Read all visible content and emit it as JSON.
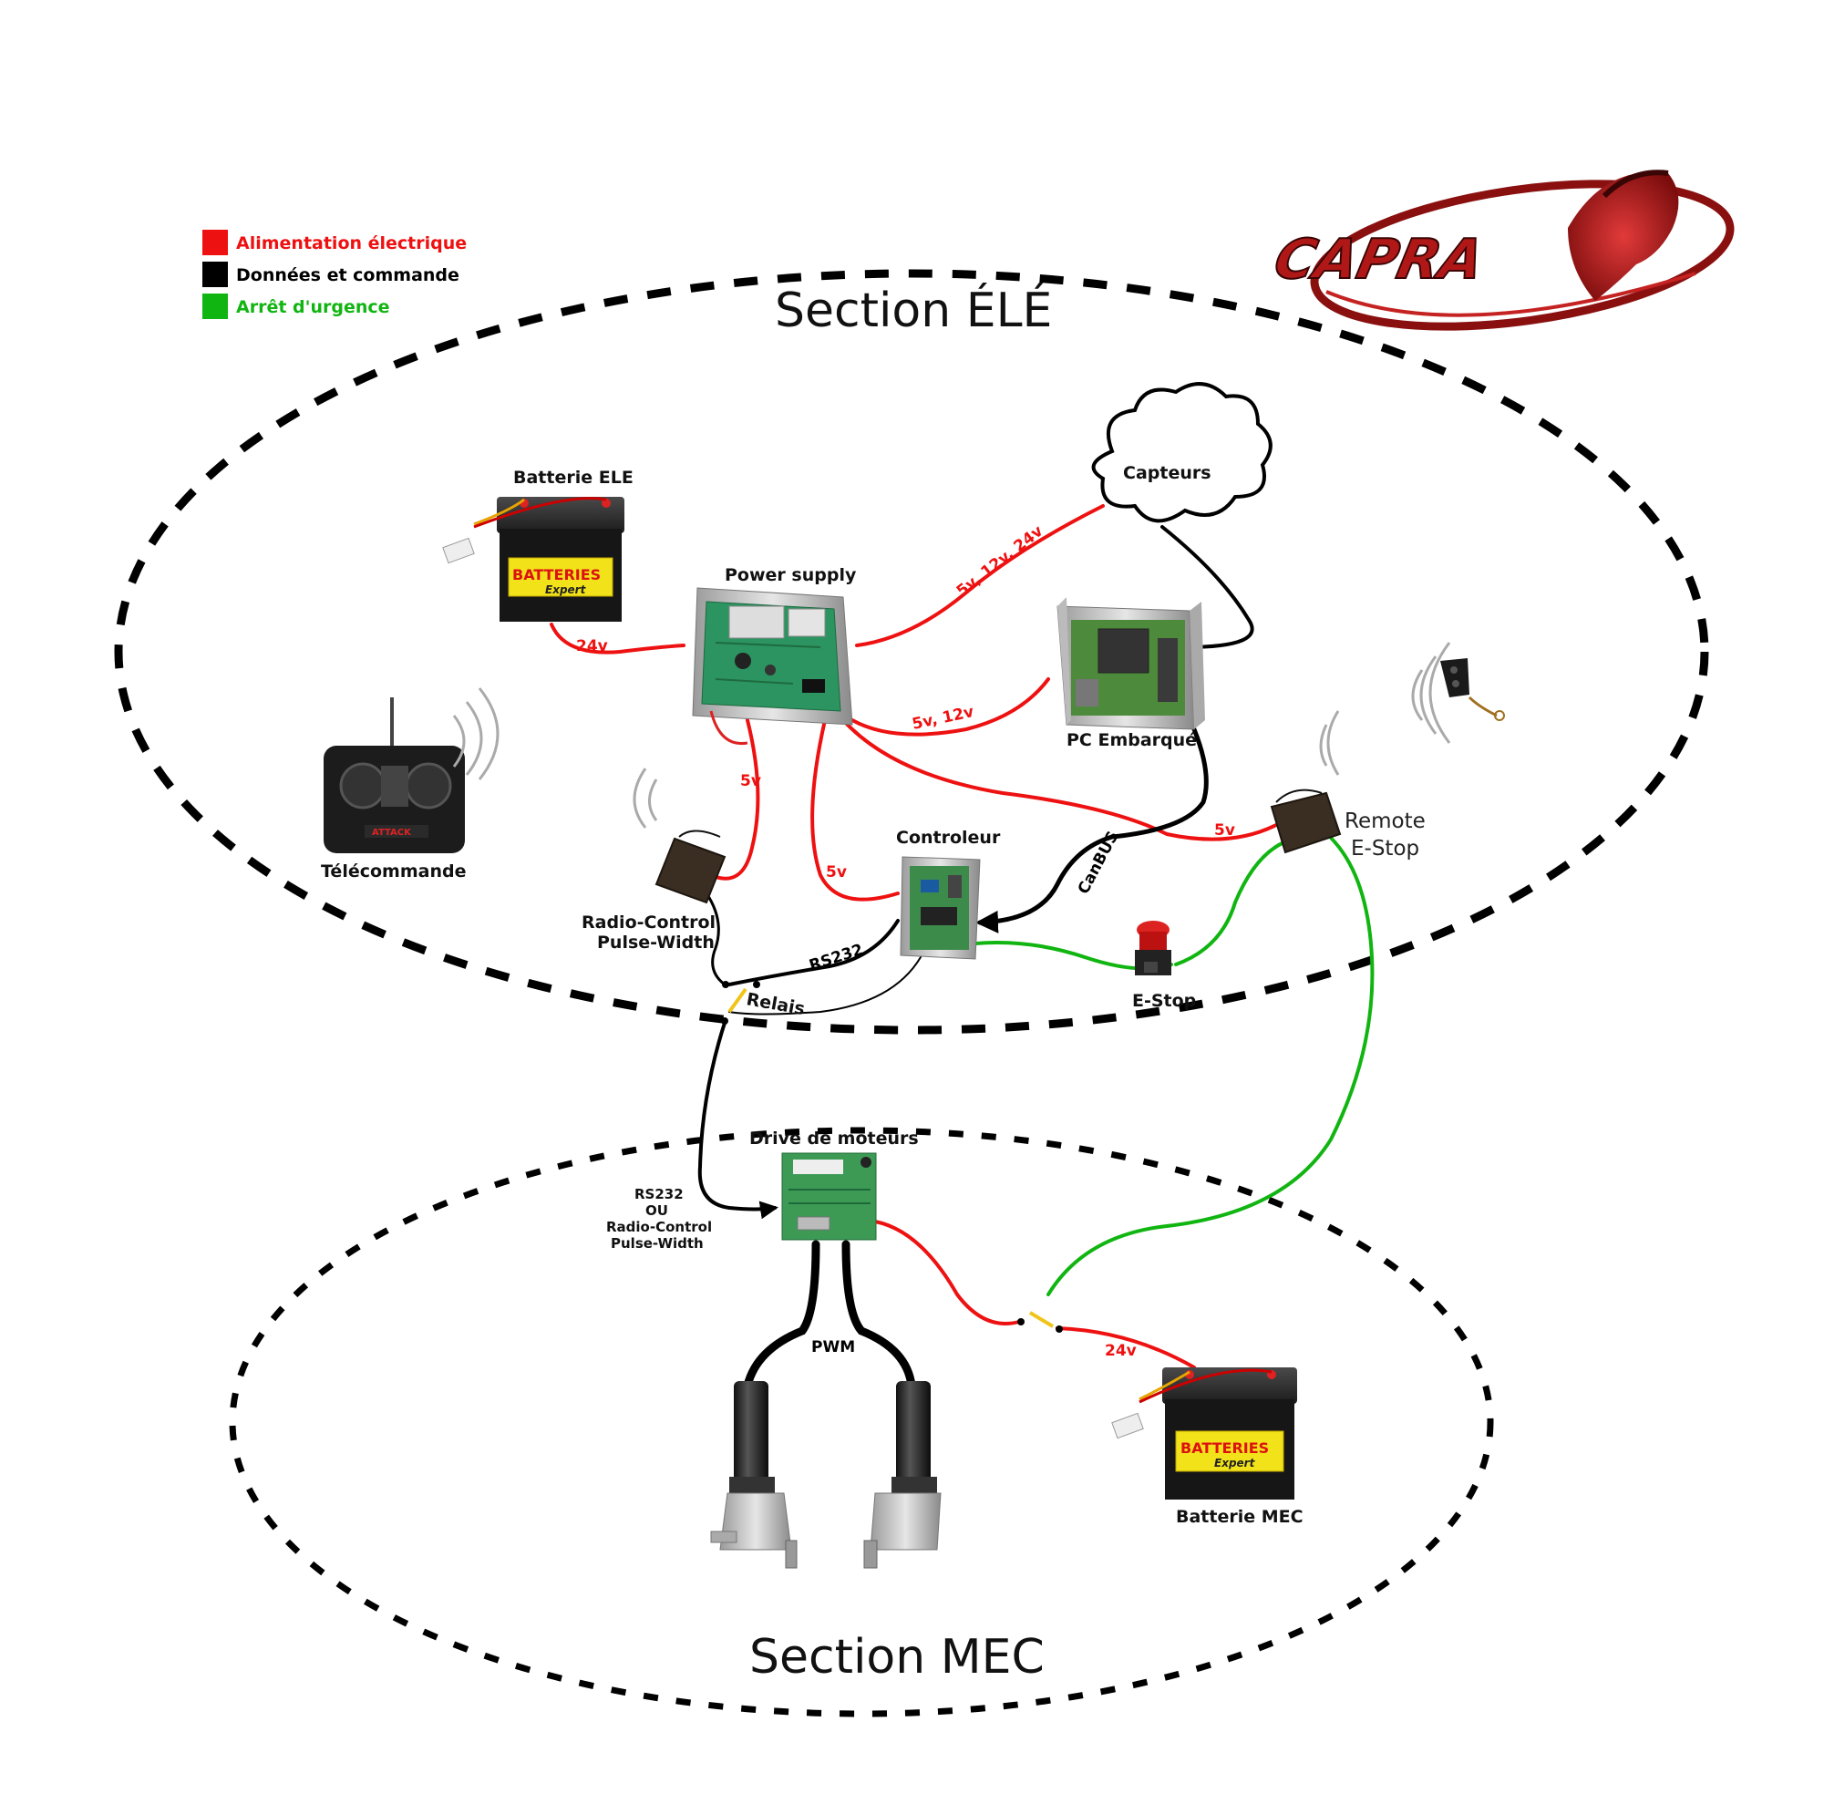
{
  "legend": [
    {
      "label": "Alimentation électrique",
      "color": "#ee1111"
    },
    {
      "label": "Données et commande",
      "color": "#000000"
    },
    {
      "label": "Arrêt d'urgence",
      "color": "#11b511"
    }
  ],
  "logo": {
    "text": "CAPRA"
  },
  "sections": {
    "ele": "Section ÉLÉ",
    "mec": "Section MEC"
  },
  "components": {
    "batterie_ele": "Batterie ELE",
    "batterie_mec": "Batterie MEC",
    "battery_brand_1": "BATTERIES",
    "battery_brand_2": "Expert",
    "power_supply": "Power supply",
    "capteurs": "Capteurs",
    "pc_embarque": "PC Embarqué",
    "controleur": "Controleur",
    "telecommande": "Télécommande",
    "telecommande_brand": "ATTACK",
    "rc_receiver_line1": "Radio-Control",
    "rc_receiver_line2": "Pulse-Width",
    "remote_estop_line1": "Remote",
    "remote_estop_line2": "E-Stop",
    "estop": "E-Stop",
    "relais": "Relais",
    "drive": "Drive de moteurs",
    "drive_input_1": "RS232",
    "drive_input_2": "OU",
    "drive_input_3": "Radio-Control",
    "drive_input_4": "Pulse-Width"
  },
  "wires": {
    "batt_to_psu": "24v",
    "psu_to_capteurs": "5v, 12v, 24v",
    "psu_to_pc": "5v, 12v",
    "psu_to_rc": "5v",
    "psu_to_ctrl": "5v",
    "psu_to_remote": "5v",
    "canbus": "CanBUS",
    "rs232": "RS232",
    "pwm": "PWM",
    "batt_mec": "24v"
  },
  "colors": {
    "power": "#ee1111",
    "data": "#000000",
    "estop": "#11b511",
    "relay": "#f0c419",
    "logo_red": "#b01818"
  }
}
